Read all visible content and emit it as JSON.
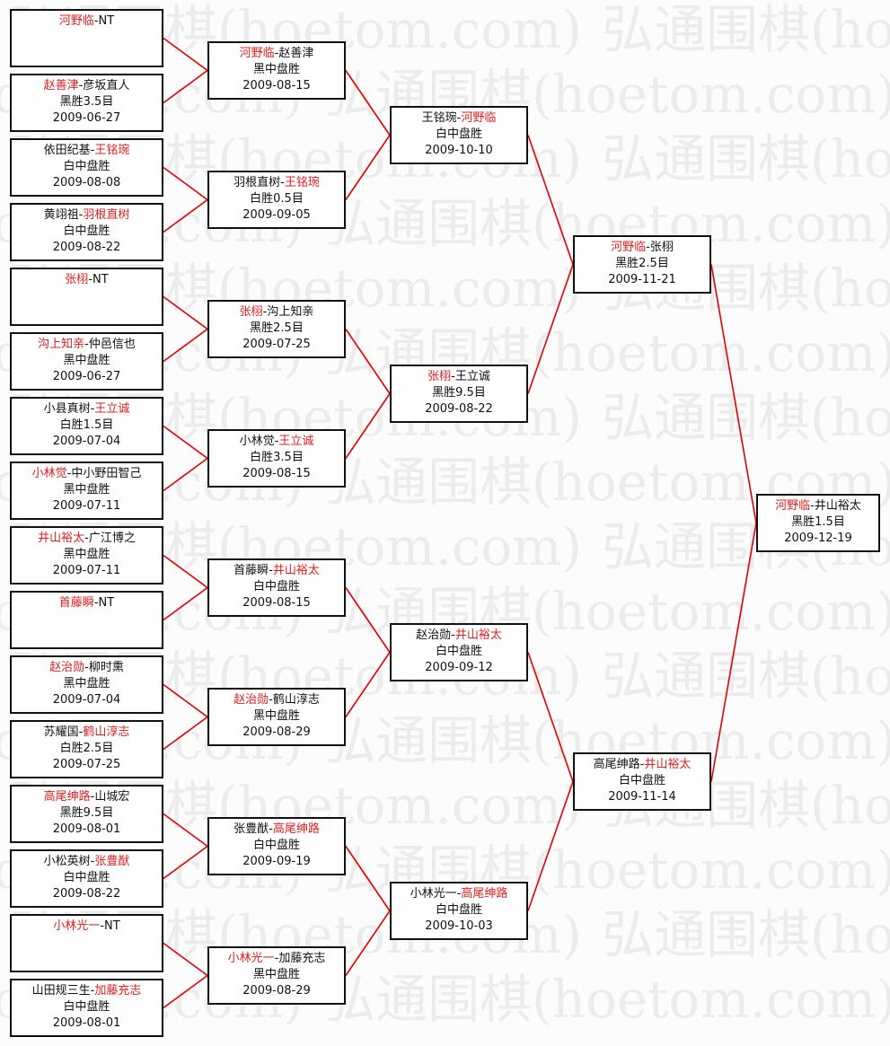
{
  "watermark": "弘通围棋(hoetom.com)",
  "colors": {
    "winner": "#e02020",
    "line": "#e00000",
    "border": "#111111"
  },
  "separator": "-",
  "rounds": [
    [
      {
        "p1": "河野临",
        "p2": "NT",
        "winner": 1,
        "result": "",
        "date": ""
      },
      {
        "p1": "赵善津",
        "p2": "彦坂直人",
        "winner": 1,
        "result": "黑胜3.5目",
        "date": "2009-06-27"
      },
      {
        "p1": "依田纪基",
        "p2": "王铭琬",
        "winner": 2,
        "result": "白中盘胜",
        "date": "2009-08-08"
      },
      {
        "p1": "黄翊祖",
        "p2": "羽根直树",
        "winner": 2,
        "result": "白中盘胜",
        "date": "2009-08-22"
      },
      {
        "p1": "张栩",
        "p2": "NT",
        "winner": 1,
        "result": "",
        "date": ""
      },
      {
        "p1": "沟上知亲",
        "p2": "仲邑信也",
        "winner": 1,
        "result": "黑中盘胜",
        "date": "2009-06-27"
      },
      {
        "p1": "小县真树",
        "p2": "王立诚",
        "winner": 2,
        "result": "白胜1.5目",
        "date": "2009-07-04"
      },
      {
        "p1": "小林觉",
        "p2": "中小野田智己",
        "winner": 1,
        "result": "黑中盘胜",
        "date": "2009-07-11"
      },
      {
        "p1": "井山裕太",
        "p2": "广江博之",
        "winner": 1,
        "result": "黑中盘胜",
        "date": "2009-07-11"
      },
      {
        "p1": "首藤瞬",
        "p2": "NT",
        "winner": 1,
        "result": "",
        "date": ""
      },
      {
        "p1": "赵治勋",
        "p2": "柳时熏",
        "winner": 1,
        "result": "黑中盘胜",
        "date": "2009-07-04"
      },
      {
        "p1": "苏耀国",
        "p2": "鹤山淳志",
        "winner": 2,
        "result": "白胜2.5目",
        "date": "2009-07-25"
      },
      {
        "p1": "高尾绅路",
        "p2": "山城宏",
        "winner": 1,
        "result": "黑胜9.5目",
        "date": "2009-08-01"
      },
      {
        "p1": "小松英树",
        "p2": "张豊猷",
        "winner": 2,
        "result": "白中盘胜",
        "date": "2009-08-22"
      },
      {
        "p1": "小林光一",
        "p2": "NT",
        "winner": 1,
        "result": "",
        "date": ""
      },
      {
        "p1": "山田规三生",
        "p2": "加藤充志",
        "winner": 2,
        "result": "白中盘胜",
        "date": "2009-08-01"
      }
    ],
    [
      {
        "p1": "河野临",
        "p2": "赵善津",
        "winner": 1,
        "result": "黑中盘胜",
        "date": "2009-08-15"
      },
      {
        "p1": "羽根直树",
        "p2": "王铭琬",
        "winner": 2,
        "result": "白胜0.5目",
        "date": "2009-09-05"
      },
      {
        "p1": "张栩",
        "p2": "沟上知亲",
        "winner": 1,
        "result": "黑胜2.5目",
        "date": "2009-07-25"
      },
      {
        "p1": "小林觉",
        "p2": "王立诚",
        "winner": 2,
        "result": "白胜3.5目",
        "date": "2009-08-15"
      },
      {
        "p1": "首藤瞬",
        "p2": "井山裕太",
        "winner": 2,
        "result": "白中盘胜",
        "date": "2009-08-15"
      },
      {
        "p1": "赵治勋",
        "p2": "鹤山淳志",
        "winner": 1,
        "result": "黑中盘胜",
        "date": "2009-08-29"
      },
      {
        "p1": "张豊猷",
        "p2": "高尾绅路",
        "winner": 2,
        "result": "白中盘胜",
        "date": "2009-09-19"
      },
      {
        "p1": "小林光一",
        "p2": "加藤充志",
        "winner": 1,
        "result": "黑中盘胜",
        "date": "2009-08-29"
      }
    ],
    [
      {
        "p1": "王铭琬",
        "p2": "河野临",
        "winner": 2,
        "result": "白中盘胜",
        "date": "2009-10-10"
      },
      {
        "p1": "张栩",
        "p2": "王立诚",
        "winner": 1,
        "result": "黑胜9.5目",
        "date": "2009-08-22"
      },
      {
        "p1": "赵治勋",
        "p2": "井山裕太",
        "winner": 2,
        "result": "白中盘胜",
        "date": "2009-09-12"
      },
      {
        "p1": "小林光一",
        "p2": "高尾绅路",
        "winner": 2,
        "result": "白中盘胜",
        "date": "2009-10-03"
      }
    ],
    [
      {
        "p1": "河野临",
        "p2": "张栩",
        "winner": 1,
        "result": "黑胜2.5目",
        "date": "2009-11-21"
      },
      {
        "p1": "高尾绅路",
        "p2": "井山裕太",
        "winner": 2,
        "result": "白中盘胜",
        "date": "2009-11-14"
      }
    ],
    [
      {
        "p1": "河野临",
        "p2": "井山裕太",
        "winner": 1,
        "result": "黑胜1.5目",
        "date": "2009-12-19"
      }
    ]
  ]
}
